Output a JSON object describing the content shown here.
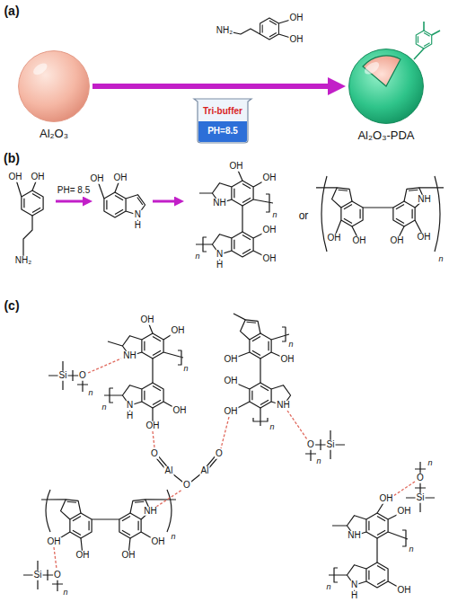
{
  "diagram": {
    "nodes": [
      {
        "text": [
          "Al₂O₃"
        ]
      },
      {
        "text": [
          "Tri-buffer",
          "PH=8.5"
        ]
      },
      {
        "text": [
          "Al₂O₃-PDA"
        ]
      }
    ],
    "edges": [
      {
        "from": 0,
        "to": 2,
        "arrow": "to"
      }
    ],
    "labels": [
      "(a)",
      "NH₂",
      "OH",
      "OH",
      "(b)",
      "OH",
      "OH",
      "NH₂",
      "PH= 8.5",
      "OH",
      "OH",
      "N",
      "H",
      "OH",
      "OH",
      "NH",
      "n",
      "N",
      "H",
      "OH",
      "OH",
      "n",
      "or",
      "NH",
      "OH",
      "OH",
      "OH",
      "OH",
      "n",
      "(c)",
      "OH",
      "OH",
      "n",
      "NH",
      "O",
      "n",
      "Si",
      "N",
      "H",
      "n",
      "OH",
      "OH",
      "OH",
      "OH",
      "n",
      "OH",
      "OH",
      "NH",
      "n",
      "O",
      "Al",
      "O",
      "Al",
      "O",
      "O",
      "n",
      "Si",
      "O",
      "n",
      "Si",
      "OH",
      "OH",
      "NH",
      "n",
      "NH",
      "OH",
      "OH",
      "OH",
      "OH",
      "n",
      "O",
      "n",
      "Si",
      "N",
      "H",
      "OH",
      "n"
    ]
  }
}
